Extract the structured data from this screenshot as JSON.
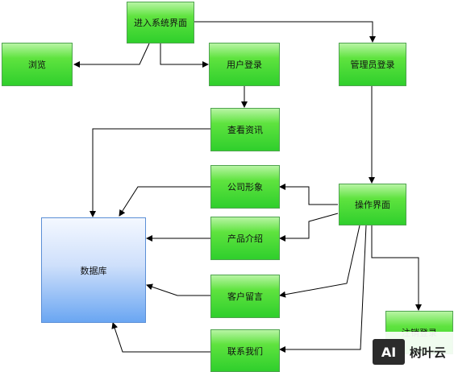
{
  "nodes": {
    "enter_system": "进入系统界面",
    "browse": "浏览",
    "user_login": "用户登录",
    "admin_login": "管理员登录",
    "view_info": "查看资讯",
    "company_image": "公司形象",
    "operation_ui": "操作界面",
    "product_intro": "产品介绍",
    "customer_message": "客户留言",
    "contact_us": "联系我们",
    "logout": "注销登录",
    "database": "数据库"
  },
  "watermark": {
    "logo_text": "AI",
    "text": "树叶云"
  }
}
